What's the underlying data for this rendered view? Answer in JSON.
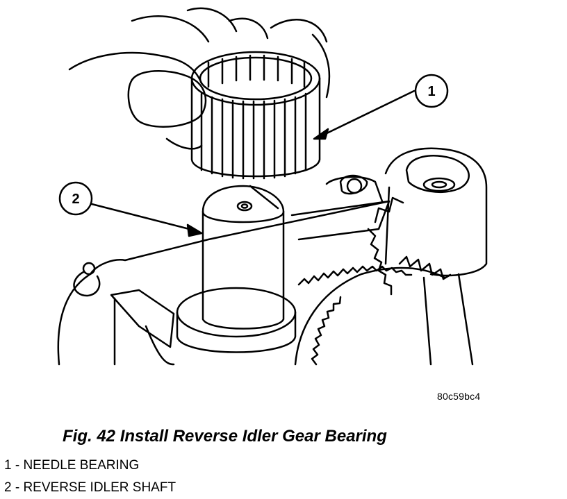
{
  "figure": {
    "reference_code": "80c59bc4",
    "caption": "Fig. 42 Install Reverse Idler Gear Bearing",
    "callouts": [
      {
        "number": "1",
        "target": "needle-bearing"
      },
      {
        "number": "2",
        "target": "reverse-idler-shaft"
      }
    ],
    "legend": [
      {
        "text": "1 - NEEDLE BEARING"
      },
      {
        "text": "2 - REVERSE IDLER SHAFT"
      }
    ]
  }
}
